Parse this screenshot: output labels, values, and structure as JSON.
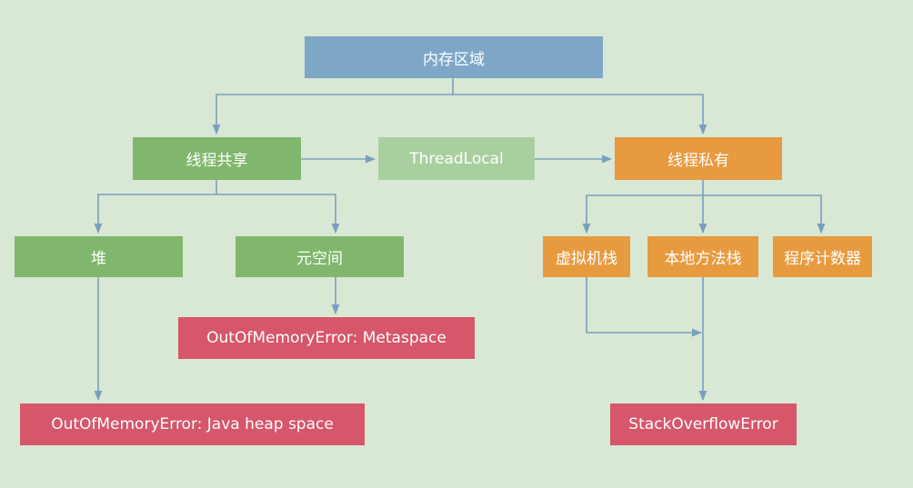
{
  "colors": {
    "background": "#d9e8d5",
    "root": "#7ea7c7",
    "shared": "#80b76c",
    "threadlocal": "#a9cfa0",
    "private": "#e89a3f",
    "error": "#d6566a",
    "connector": "#7a9fbd"
  },
  "nodes": {
    "root": "内存区域",
    "shared": "线程共享",
    "threadlocal": "ThreadLocal",
    "private": "线程私有",
    "heap": "堆",
    "metaspace": "元空间",
    "vm_stack": "虚拟机栈",
    "native_stack": "本地方法栈",
    "pc_register": "程序计数器",
    "oom_metaspace": "OutOfMemoryError: Metaspace",
    "oom_heap": "OutOfMemoryError: Java heap space",
    "stackoverflow": "StackOverflowError"
  },
  "edges": [
    [
      "root",
      "shared"
    ],
    [
      "root",
      "private"
    ],
    [
      "shared",
      "threadlocal"
    ],
    [
      "threadlocal",
      "private"
    ],
    [
      "shared",
      "heap"
    ],
    [
      "shared",
      "metaspace"
    ],
    [
      "private",
      "vm_stack"
    ],
    [
      "private",
      "native_stack"
    ],
    [
      "private",
      "pc_register"
    ],
    [
      "metaspace",
      "oom_metaspace"
    ],
    [
      "heap",
      "oom_heap"
    ],
    [
      "vm_stack",
      "stackoverflow"
    ],
    [
      "native_stack",
      "stackoverflow"
    ]
  ]
}
